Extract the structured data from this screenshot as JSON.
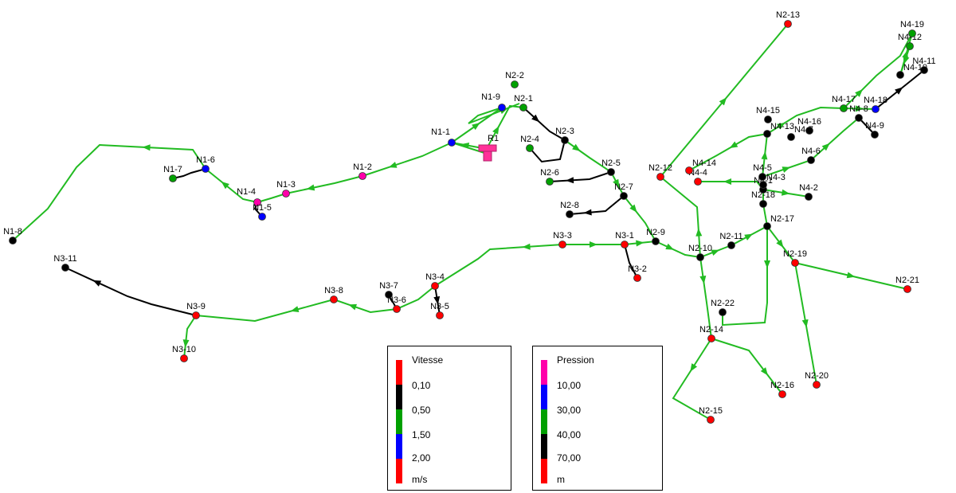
{
  "colors": {
    "red": "#ff0000",
    "green": "#00a000",
    "link_green": "#22bb22",
    "blue": "#0000ff",
    "magenta": "#ff00aa",
    "black": "#000000"
  },
  "reservoir": {
    "label": "R1",
    "color": "#ff3399"
  },
  "nodes": [
    {
      "id": "N1-1",
      "color": "blue"
    },
    {
      "id": "N1-2",
      "color": "magenta"
    },
    {
      "id": "N1-3",
      "color": "magenta"
    },
    {
      "id": "N1-4",
      "color": "magenta"
    },
    {
      "id": "N1-5",
      "color": "blue"
    },
    {
      "id": "N1-6",
      "color": "blue"
    },
    {
      "id": "N1-7",
      "color": "green"
    },
    {
      "id": "N1-8",
      "color": "black"
    },
    {
      "id": "N1-9",
      "color": "blue"
    },
    {
      "id": "N2-1",
      "color": "green"
    },
    {
      "id": "N2-2",
      "color": "green"
    },
    {
      "id": "N2-3",
      "color": "black"
    },
    {
      "id": "N2-4",
      "color": "green"
    },
    {
      "id": "N2-5",
      "color": "black"
    },
    {
      "id": "N2-6",
      "color": "green"
    },
    {
      "id": "N2-7",
      "color": "black"
    },
    {
      "id": "N2-8",
      "color": "black"
    },
    {
      "id": "N2-9",
      "color": "black"
    },
    {
      "id": "N2-10",
      "color": "black"
    },
    {
      "id": "N2-11",
      "color": "black"
    },
    {
      "id": "N2-12",
      "color": "red"
    },
    {
      "id": "N2-13",
      "color": "red"
    },
    {
      "id": "N2-14",
      "color": "red"
    },
    {
      "id": "N2-15",
      "color": "red"
    },
    {
      "id": "N2-16",
      "color": "red"
    },
    {
      "id": "N2-17",
      "color": "black"
    },
    {
      "id": "N2-18",
      "color": "black"
    },
    {
      "id": "N2-19",
      "color": "red"
    },
    {
      "id": "N2-20",
      "color": "red"
    },
    {
      "id": "N2-21",
      "color": "red"
    },
    {
      "id": "N2-22",
      "color": "black"
    },
    {
      "id": "N3-1",
      "color": "red"
    },
    {
      "id": "N3-2",
      "color": "red"
    },
    {
      "id": "N3-3",
      "color": "red"
    },
    {
      "id": "N3-4",
      "color": "red"
    },
    {
      "id": "N3-5",
      "color": "red"
    },
    {
      "id": "N3-6",
      "color": "red"
    },
    {
      "id": "N3-7",
      "color": "black"
    },
    {
      "id": "N3-8",
      "color": "red"
    },
    {
      "id": "N3-9",
      "color": "red"
    },
    {
      "id": "N3-10",
      "color": "red"
    },
    {
      "id": "N3-11",
      "color": "black"
    },
    {
      "id": "N4-1",
      "color": "black"
    },
    {
      "id": "N4-2",
      "color": "black"
    },
    {
      "id": "N4-3",
      "color": "black"
    },
    {
      "id": "N4-4",
      "color": "red"
    },
    {
      "id": "N4-5",
      "color": "black"
    },
    {
      "id": "N4-6",
      "color": "black"
    },
    {
      "id": "N4-7",
      "color": "black"
    },
    {
      "id": "N4-8",
      "color": "black"
    },
    {
      "id": "N4-9",
      "color": "black"
    },
    {
      "id": "N4-10",
      "color": "black"
    },
    {
      "id": "N4-11",
      "color": "black"
    },
    {
      "id": "N4-12",
      "color": "green"
    },
    {
      "id": "N4-13",
      "color": "black"
    },
    {
      "id": "N4-14",
      "color": "red"
    },
    {
      "id": "N4-15",
      "color": "black"
    },
    {
      "id": "N4-16",
      "color": "black"
    },
    {
      "id": "N4-17",
      "color": "green"
    },
    {
      "id": "N4-18",
      "color": "blue"
    },
    {
      "id": "N4-19",
      "color": "green"
    }
  ],
  "links": [
    {
      "color": "green"
    },
    {
      "color": "green"
    },
    {
      "color": "green"
    },
    {
      "color": "green"
    },
    {
      "color": "black"
    },
    {
      "color": "green"
    },
    {
      "color": "black"
    },
    {
      "color": "green"
    },
    {
      "color": "green"
    },
    {
      "color": "green"
    },
    {
      "color": "green"
    },
    {
      "color": "black"
    },
    {
      "color": "black"
    },
    {
      "color": "green"
    },
    {
      "color": "black"
    },
    {
      "color": "green"
    },
    {
      "color": "black"
    },
    {
      "color": "green"
    },
    {
      "color": "green"
    },
    {
      "color": "black"
    },
    {
      "color": "green"
    },
    {
      "color": "green"
    },
    {
      "color": "green"
    },
    {
      "color": "green"
    },
    {
      "color": "black"
    },
    {
      "color": "green"
    },
    {
      "color": "black"
    },
    {
      "color": "green"
    },
    {
      "color": "black"
    },
    {
      "color": "green"
    },
    {
      "color": "green"
    },
    {
      "color": "green"
    },
    {
      "color": "green"
    },
    {
      "color": "green"
    },
    {
      "color": "green"
    },
    {
      "color": "green"
    },
    {
      "color": "green"
    },
    {
      "color": "green"
    },
    {
      "color": "black"
    },
    {
      "color": "green"
    },
    {
      "color": "green"
    },
    {
      "color": "green"
    },
    {
      "color": "green"
    },
    {
      "color": "green"
    },
    {
      "color": "green"
    },
    {
      "color": "green"
    },
    {
      "color": "green"
    },
    {
      "color": "green"
    },
    {
      "color": "green"
    },
    {
      "color": "green"
    },
    {
      "color": "green"
    },
    {
      "color": "green"
    },
    {
      "color": "green"
    },
    {
      "color": "green"
    },
    {
      "color": "green"
    },
    {
      "color": "black"
    },
    {
      "color": "black"
    }
  ],
  "legend_velocity": {
    "title": "Vitesse",
    "unit": "m/s",
    "values": [
      "0,10",
      "0,50",
      "1,50",
      "2,00"
    ],
    "colors": [
      "#ff0000",
      "#000000",
      "#00a000",
      "#0000ff",
      "#ff0000"
    ]
  },
  "legend_pressure": {
    "title": "Pression",
    "unit": "m",
    "values": [
      "10,00",
      "30,00",
      "40,00",
      "70,00"
    ],
    "colors": [
      "#ff00aa",
      "#0000ff",
      "#00a000",
      "#000000",
      "#ff0000"
    ]
  }
}
